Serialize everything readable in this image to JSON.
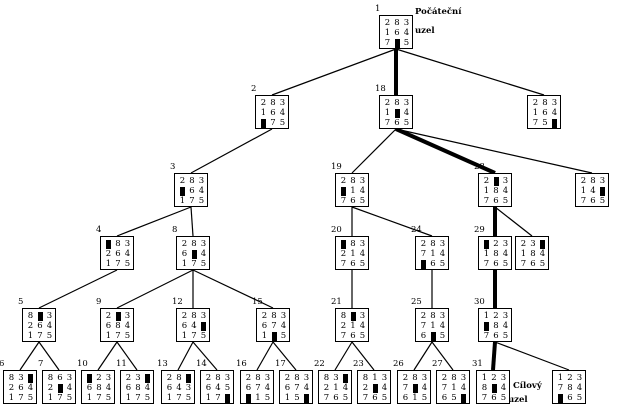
{
  "labels": {
    "start": [
      "Počáteční",
      "uzel"
    ],
    "goal": [
      "Cílový",
      "uzel"
    ]
  },
  "nodes": [
    {
      "id": "1",
      "label": "1",
      "parent": null,
      "on_path": true,
      "grid": [
        "283",
        "164",
        "705"
      ]
    },
    {
      "id": "2",
      "label": "2",
      "parent": "1",
      "on_path": false,
      "grid": [
        "283",
        "164",
        "075"
      ]
    },
    {
      "id": "18",
      "label": "18",
      "parent": "1",
      "on_path": true,
      "grid": [
        "283",
        "104",
        "765"
      ]
    },
    {
      "id": "r1",
      "label": "",
      "parent": "1",
      "on_path": false,
      "grid": [
        "283",
        "164",
        "750"
      ]
    },
    {
      "id": "3",
      "label": "3",
      "parent": "2",
      "on_path": false,
      "grid": [
        "283",
        "064",
        "175"
      ]
    },
    {
      "id": "19",
      "label": "19",
      "parent": "18",
      "on_path": false,
      "grid": [
        "283",
        "014",
        "765"
      ]
    },
    {
      "id": "28",
      "label": "28",
      "parent": "18",
      "on_path": true,
      "grid": [
        "203",
        "184",
        "765"
      ]
    },
    {
      "id": "r18",
      "label": "",
      "parent": "18",
      "on_path": false,
      "grid": [
        "283",
        "140",
        "765"
      ]
    },
    {
      "id": "4",
      "label": "4",
      "parent": "3",
      "on_path": false,
      "grid": [
        "083",
        "264",
        "175"
      ]
    },
    {
      "id": "8",
      "label": "8",
      "parent": "3",
      "on_path": false,
      "grid": [
        "283",
        "604",
        "175"
      ]
    },
    {
      "id": "20",
      "label": "20",
      "parent": "19",
      "on_path": false,
      "grid": [
        "083",
        "214",
        "765"
      ]
    },
    {
      "id": "24",
      "label": "24",
      "parent": "19",
      "on_path": false,
      "grid": [
        "283",
        "714",
        "065"
      ]
    },
    {
      "id": "29",
      "label": "29",
      "parent": "28",
      "on_path": true,
      "grid": [
        "023",
        "184",
        "765"
      ]
    },
    {
      "id": "r28",
      "label": "",
      "parent": "28",
      "on_path": false,
      "grid": [
        "230",
        "184",
        "765"
      ]
    },
    {
      "id": "5",
      "label": "5",
      "parent": "4",
      "on_path": false,
      "grid": [
        "803",
        "264",
        "175"
      ]
    },
    {
      "id": "9",
      "label": "9",
      "parent": "8",
      "on_path": false,
      "grid": [
        "203",
        "684",
        "175"
      ]
    },
    {
      "id": "12",
      "label": "12",
      "parent": "8",
      "on_path": false,
      "grid": [
        "283",
        "640",
        "175"
      ]
    },
    {
      "id": "15",
      "label": "15",
      "parent": "8",
      "on_path": false,
      "grid": [
        "283",
        "674",
        "105"
      ]
    },
    {
      "id": "21",
      "label": "21",
      "parent": "20",
      "on_path": false,
      "grid": [
        "803",
        "214",
        "765"
      ]
    },
    {
      "id": "25",
      "label": "25",
      "parent": "24",
      "on_path": false,
      "grid": [
        "283",
        "714",
        "605"
      ]
    },
    {
      "id": "30",
      "label": "30",
      "parent": "29",
      "on_path": true,
      "grid": [
        "123",
        "084",
        "765"
      ]
    },
    {
      "id": "6",
      "label": "6",
      "parent": "5",
      "on_path": false,
      "grid": [
        "830",
        "264",
        "175"
      ]
    },
    {
      "id": "7",
      "label": "7",
      "parent": "5",
      "on_path": false,
      "grid": [
        "863",
        "204",
        "175"
      ]
    },
    {
      "id": "10",
      "label": "10",
      "parent": "9",
      "on_path": false,
      "grid": [
        "023",
        "684",
        "175"
      ]
    },
    {
      "id": "11",
      "label": "11",
      "parent": "9",
      "on_path": false,
      "grid": [
        "230",
        "684",
        "175"
      ]
    },
    {
      "id": "13",
      "label": "13",
      "parent": "12",
      "on_path": false,
      "grid": [
        "280",
        "643",
        "175"
      ]
    },
    {
      "id": "14",
      "label": "14",
      "parent": "12",
      "on_path": false,
      "grid": [
        "283",
        "645",
        "170"
      ]
    },
    {
      "id": "16",
      "label": "16",
      "parent": "15",
      "on_path": false,
      "grid": [
        "283",
        "674",
        "015"
      ]
    },
    {
      "id": "17",
      "label": "17",
      "parent": "15",
      "on_path": false,
      "grid": [
        "283",
        "674",
        "150"
      ]
    },
    {
      "id": "22",
      "label": "22",
      "parent": "21",
      "on_path": false,
      "grid": [
        "830",
        "214",
        "765"
      ]
    },
    {
      "id": "23",
      "label": "23",
      "parent": "21",
      "on_path": false,
      "grid": [
        "813",
        "204",
        "765"
      ]
    },
    {
      "id": "26",
      "label": "26",
      "parent": "25",
      "on_path": false,
      "grid": [
        "283",
        "704",
        "615"
      ]
    },
    {
      "id": "27",
      "label": "27",
      "parent": "25",
      "on_path": false,
      "grid": [
        "283",
        "714",
        "650"
      ]
    },
    {
      "id": "31",
      "label": "31",
      "parent": "30",
      "on_path": true,
      "grid": [
        "123",
        "804",
        "765"
      ]
    },
    {
      "id": "r30",
      "label": "",
      "parent": "30",
      "on_path": false,
      "grid": [
        "123",
        "784",
        "065"
      ]
    }
  ]
}
